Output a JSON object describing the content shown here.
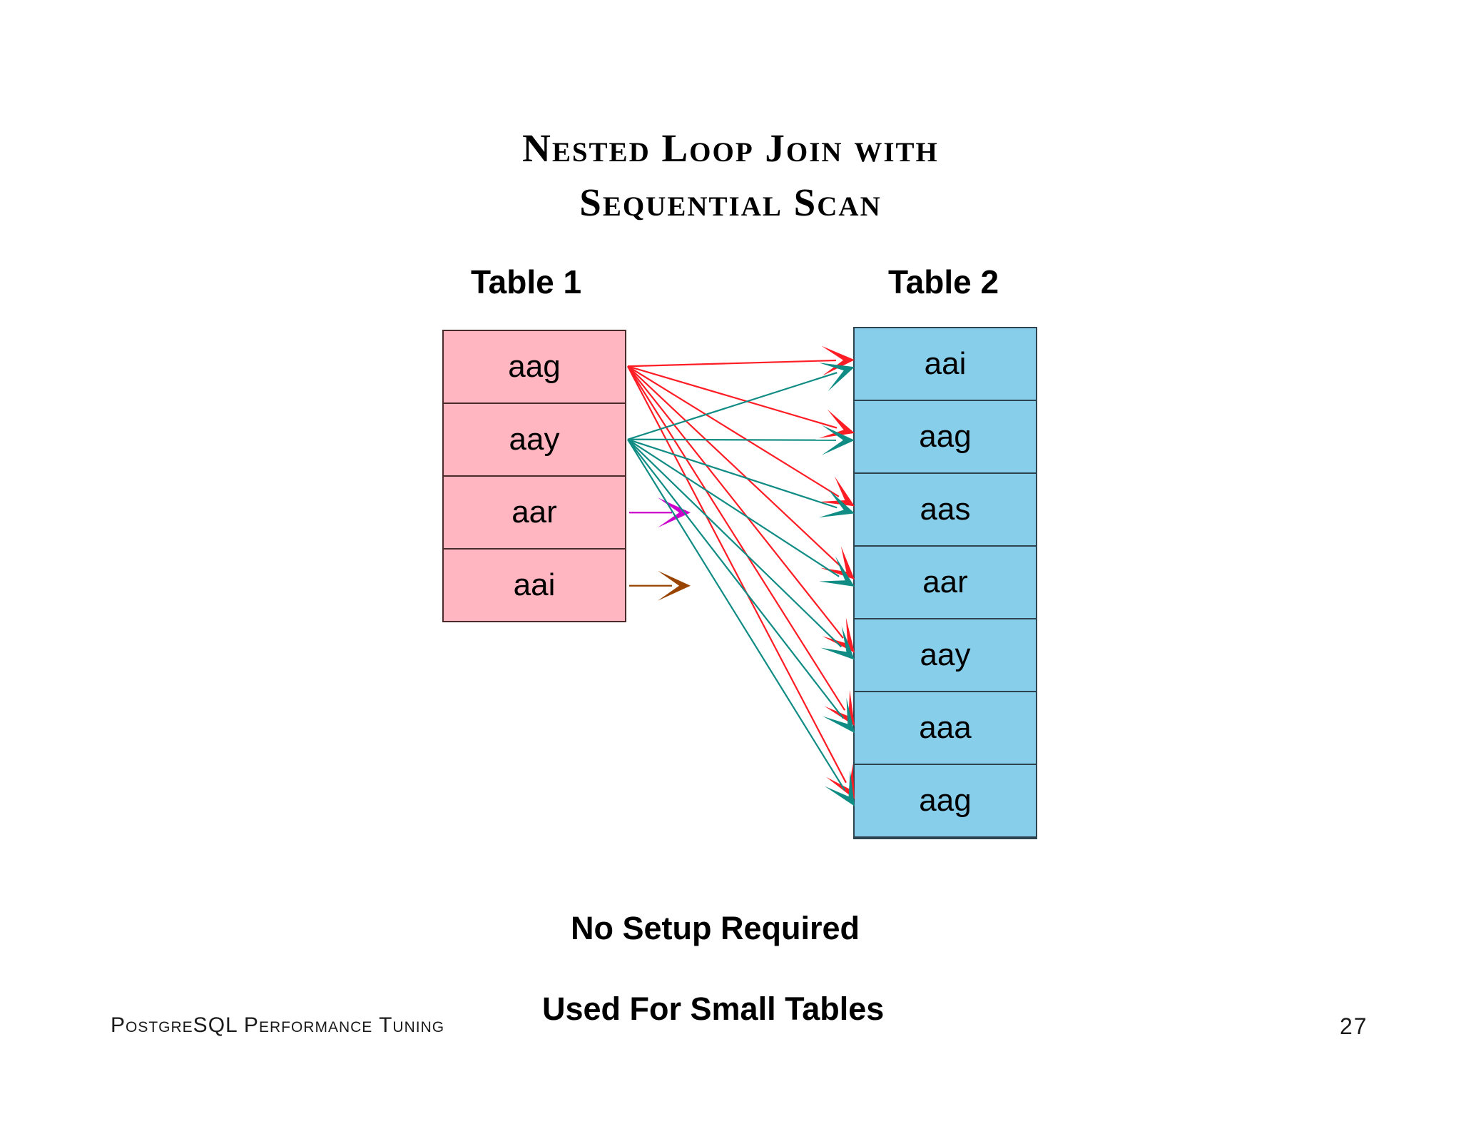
{
  "slide": {
    "title_lines": [
      "Nested Loop Join with",
      "Sequential Scan"
    ],
    "notes": [
      "No Setup Required",
      "Used For Small Tables"
    ],
    "footer": {
      "deck_title": "PostgreSQL Performance Tuning",
      "page_number": "27"
    }
  },
  "colors": {
    "table1_fill": "#FFB6C1",
    "table1_border": "#4a2a2a",
    "table2_fill": "#87CEEB",
    "table2_border": "#2d4450",
    "arrow_row1": "#FF1D25",
    "arrow_row2": "#108C84",
    "arrow_row3": "#CC00CC",
    "arrow_row4": "#994400",
    "background": "#FFFFFF",
    "text": "#000000"
  },
  "table1": {
    "heading": "Table 1",
    "rows": [
      {
        "value": "aag",
        "arrow_color_name": "red"
      },
      {
        "value": "aay",
        "arrow_color_name": "teal"
      },
      {
        "value": "aar",
        "arrow_color_name": "magenta"
      },
      {
        "value": "aai",
        "arrow_color_name": "brown"
      }
    ]
  },
  "table2": {
    "heading": "Table 2",
    "rows": [
      {
        "value": "aai"
      },
      {
        "value": "aag"
      },
      {
        "value": "aas"
      },
      {
        "value": "aar"
      },
      {
        "value": "aay"
      },
      {
        "value": "aaa"
      },
      {
        "value": "aag"
      }
    ]
  },
  "diagram": {
    "description": "Nested loop join: each row of Table 1 is compared against every row of Table 2 by sequential scan",
    "scans": [
      {
        "source_row": "aag",
        "color": "#FF1D25",
        "targets_all_rows": true,
        "target_count": 7
      },
      {
        "source_row": "aay",
        "color": "#108C84",
        "targets_all_rows": true,
        "target_count": 7
      },
      {
        "source_row": "aar",
        "color": "#CC00CC",
        "targets_all_rows": false,
        "target_count": 0
      },
      {
        "source_row": "aai",
        "color": "#994400",
        "targets_all_rows": false,
        "target_count": 0
      }
    ]
  }
}
